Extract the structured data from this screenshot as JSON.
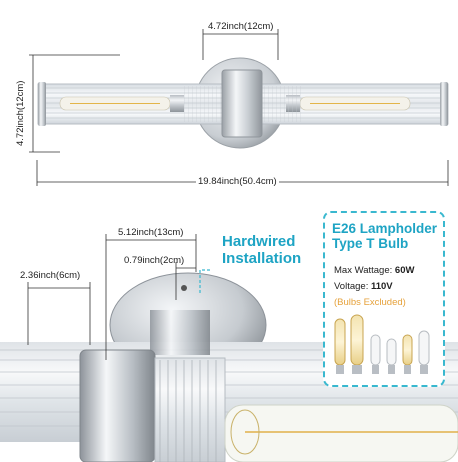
{
  "top": {
    "width_mount": "4.72inch(12cm)",
    "height_mount": "4.72inch(12cm)",
    "total_length": "19.84inch(50.4cm)"
  },
  "bottom": {
    "depth": "5.12inch(13cm)",
    "plate": "0.79inch(2cm)",
    "shade_diameter": "2.36inch(6cm)",
    "hardwired_line1": "Hardwired",
    "hardwired_line2": "Installation"
  },
  "card": {
    "title_line1": "E26 Lampholder",
    "title_line2": "Type T Bulb",
    "max_wattage_label": "Max Wattage: ",
    "max_wattage_value": "60W",
    "voltage_label": "Voltage: ",
    "voltage_value": "110V",
    "note": "(Bulbs Excluded)"
  },
  "colors": {
    "accent": "#1ea4c4",
    "note": "#e6a23c"
  }
}
